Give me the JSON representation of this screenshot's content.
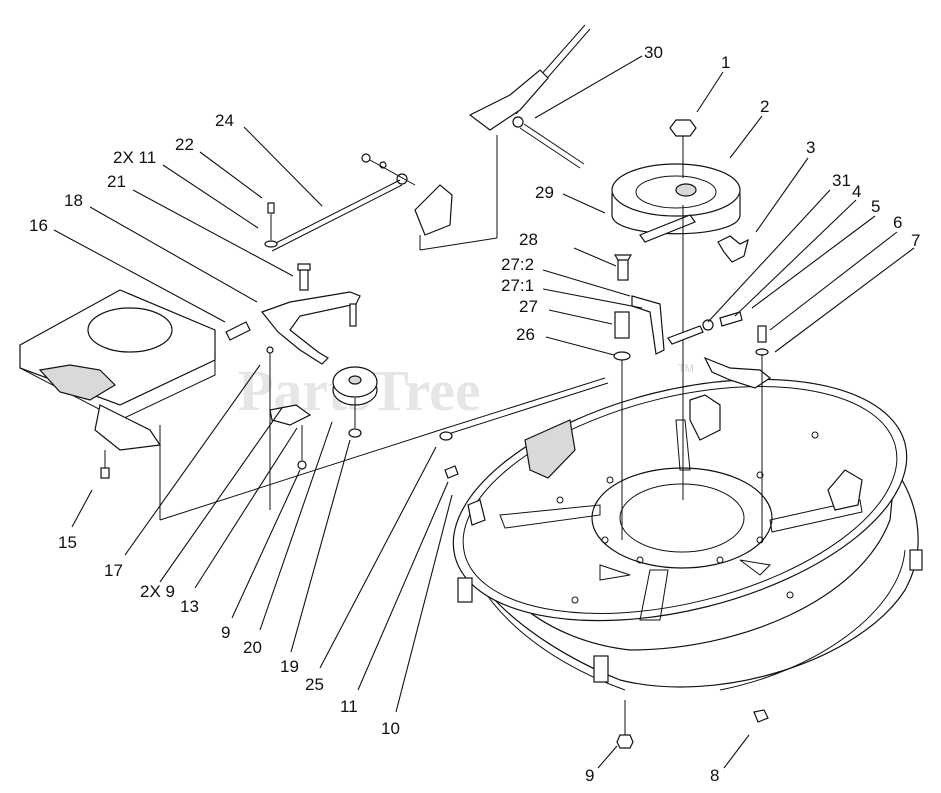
{
  "watermark": {
    "text": "PartsTree",
    "tm": "TM"
  },
  "callouts": [
    {
      "id": "c-30",
      "text": "30"
    },
    {
      "id": "c-1",
      "text": "1"
    },
    {
      "id": "c-2",
      "text": "2"
    },
    {
      "id": "c-3",
      "text": "3"
    },
    {
      "id": "c-31",
      "text": "31"
    },
    {
      "id": "c-4",
      "text": "4"
    },
    {
      "id": "c-5",
      "text": "5"
    },
    {
      "id": "c-6",
      "text": "6"
    },
    {
      "id": "c-7",
      "text": "7"
    },
    {
      "id": "c-29",
      "text": "29"
    },
    {
      "id": "c-28",
      "text": "28"
    },
    {
      "id": "c-27-2",
      "text": "27:2"
    },
    {
      "id": "c-27-1",
      "text": "27:1"
    },
    {
      "id": "c-27",
      "text": "27"
    },
    {
      "id": "c-26",
      "text": "26"
    },
    {
      "id": "c-24",
      "text": "24"
    },
    {
      "id": "c-22",
      "text": "22"
    },
    {
      "id": "c-2x11",
      "text": "2X 11"
    },
    {
      "id": "c-21",
      "text": "21"
    },
    {
      "id": "c-18",
      "text": "18"
    },
    {
      "id": "c-16",
      "text": "16"
    },
    {
      "id": "c-15",
      "text": "15"
    },
    {
      "id": "c-17",
      "text": "17"
    },
    {
      "id": "c-2x9",
      "text": "2X 9"
    },
    {
      "id": "c-13",
      "text": "13"
    },
    {
      "id": "c-9a",
      "text": "9"
    },
    {
      "id": "c-20",
      "text": "20"
    },
    {
      "id": "c-19",
      "text": "19"
    },
    {
      "id": "c-25",
      "text": "25"
    },
    {
      "id": "c-11",
      "text": "11"
    },
    {
      "id": "c-10",
      "text": "10"
    },
    {
      "id": "c-9b",
      "text": "9"
    },
    {
      "id": "c-8",
      "text": "8"
    }
  ]
}
